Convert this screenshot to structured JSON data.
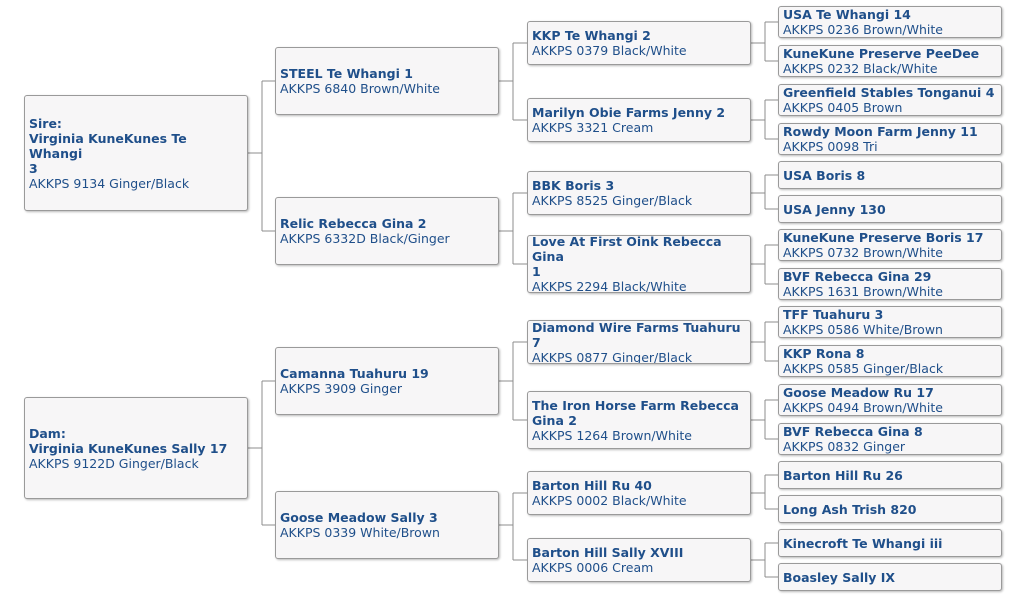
{
  "pedigree": [
    {
      "role": "sire",
      "label": "Sire:",
      "name": "Virginia KuneKunes Te Whangi\n 3",
      "reg": "AKKPS 9134 Ginger/Black"
    },
    {
      "role": "dam",
      "label": "Dam:",
      "name": "Virginia KuneKunes Sally 17",
      "reg": "AKKPS 9122D Ginger/Black"
    },
    {
      "role": "sire-sire",
      "name": "STEEL Te Whangi 1",
      "reg": "AKKPS 6840 Brown/White"
    },
    {
      "role": "sire-dam",
      "name": "Relic Rebecca Gina 2",
      "reg": "AKKPS 6332D Black/Ginger"
    },
    {
      "role": "dam-sire",
      "name": "Camanna Tuahuru 19",
      "reg": "AKKPS 3909 Ginger"
    },
    {
      "role": "dam-dam",
      "name": "Goose Meadow Sally 3",
      "reg": "AKKPS 0339 White/Brown"
    },
    {
      "role": "gen3-1",
      "name": "KKP Te Whangi 2",
      "reg": "AKKPS 0379 Black/White"
    },
    {
      "role": "gen3-2",
      "name": "Marilyn Obie Farms Jenny 2",
      "reg": "AKKPS 3321 Cream"
    },
    {
      "role": "gen3-3",
      "name": "BBK Boris 3",
      "reg": "AKKPS 8525 Ginger/Black"
    },
    {
      "role": "gen3-4",
      "name": "Love At First Oink Rebecca Gina\n 1",
      "reg": "AKKPS 2294 Black/White"
    },
    {
      "role": "gen3-5",
      "name": "Diamond Wire Farms Tuahuru 7",
      "reg": "AKKPS 0877 Ginger/Black"
    },
    {
      "role": "gen3-6",
      "name": "The Iron Horse Farm Rebecca\n Gina 2",
      "reg": "AKKPS 1264 Brown/White"
    },
    {
      "role": "gen3-7",
      "name": "Barton Hill Ru 40",
      "reg": "AKKPS 0002 Black/White"
    },
    {
      "role": "gen3-8",
      "name": "Barton Hill Sally XVIII",
      "reg": "AKKPS 0006 Cream"
    },
    {
      "role": "gen4-1",
      "name": "USA Te Whangi 14",
      "reg": "AKKPS 0236 Brown/White"
    },
    {
      "role": "gen4-2",
      "name": "KuneKune Preserve PeeDee",
      "reg": "AKKPS 0232 Black/White"
    },
    {
      "role": "gen4-3",
      "name": "Greenfield Stables Tonganui 4",
      "reg": "AKKPS 0405 Brown"
    },
    {
      "role": "gen4-4",
      "name": "Rowdy Moon Farm Jenny 11",
      "reg": "AKKPS 0098 Tri"
    },
    {
      "role": "gen4-5",
      "name": "USA Boris 8",
      "reg": ""
    },
    {
      "role": "gen4-6",
      "name": "USA Jenny 130",
      "reg": ""
    },
    {
      "role": "gen4-7",
      "name": "KuneKune Preserve Boris 17",
      "reg": "AKKPS 0732 Brown/White"
    },
    {
      "role": "gen4-8",
      "name": "BVF Rebecca Gina 29",
      "reg": "AKKPS 1631 Brown/White"
    },
    {
      "role": "gen4-9",
      "name": "TFF Tuahuru 3",
      "reg": "AKKPS 0586 White/Brown"
    },
    {
      "role": "gen4-10",
      "name": "KKP Rona 8",
      "reg": "AKKPS 0585 Ginger/Black"
    },
    {
      "role": "gen4-11",
      "name": "Goose Meadow Ru 17",
      "reg": "AKKPS 0494 Brown/White"
    },
    {
      "role": "gen4-12",
      "name": "BVF Rebecca Gina 8",
      "reg": "AKKPS 0832 Ginger"
    },
    {
      "role": "gen4-13",
      "name": "Barton Hill Ru 26",
      "reg": ""
    },
    {
      "role": "gen4-14",
      "name": "Long Ash Trish 820",
      "reg": ""
    },
    {
      "role": "gen4-15",
      "name": "Kinecroft Te Whangi iii",
      "reg": ""
    },
    {
      "role": "gen4-16",
      "name": "Boasley Sally IX",
      "reg": ""
    }
  ]
}
